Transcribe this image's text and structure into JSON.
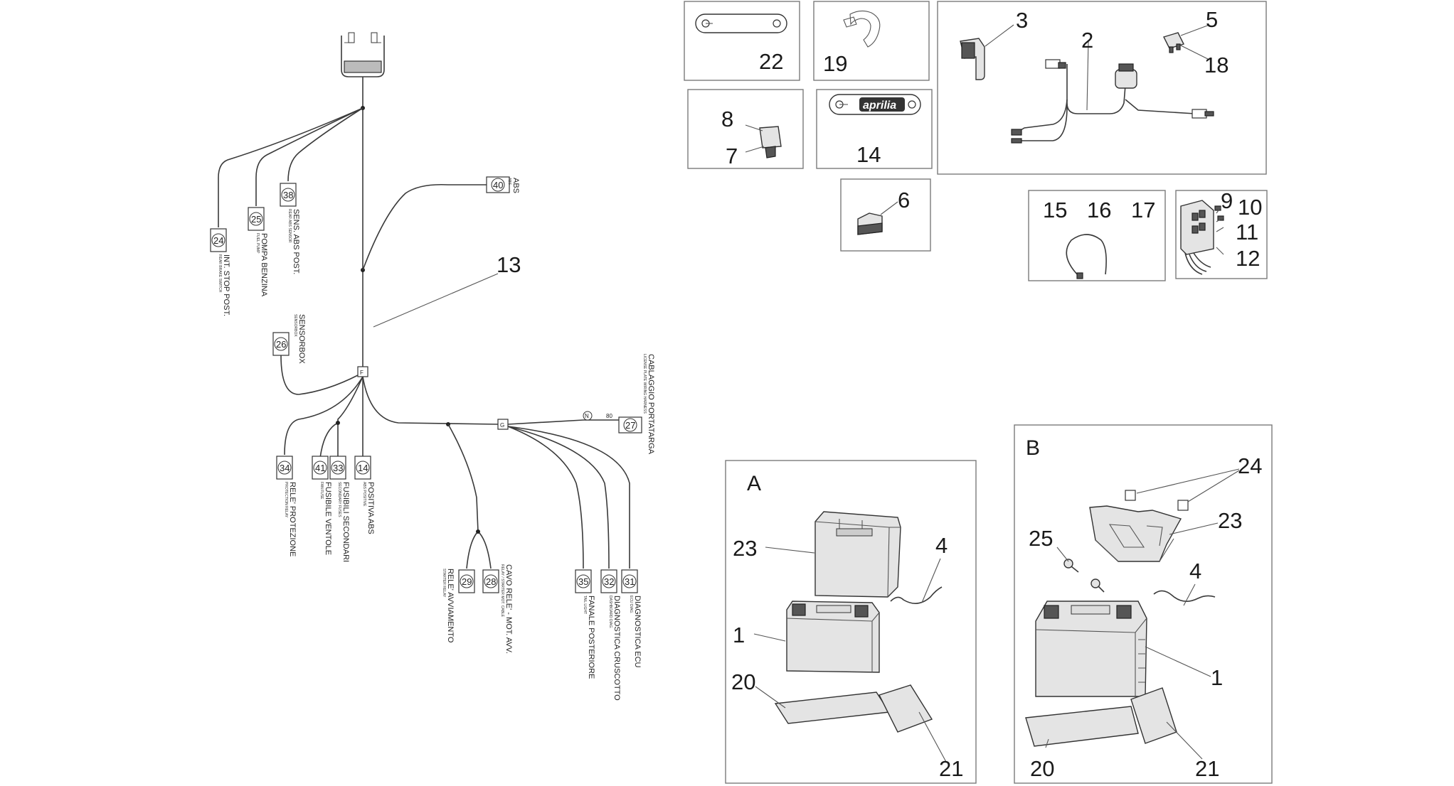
{
  "callouts": {
    "n22": "22",
    "n19": "19",
    "n3": "3",
    "n2": "2",
    "n5": "5",
    "n18": "18",
    "n8": "8",
    "n7": "7",
    "n14": "14",
    "n6": "6",
    "n15": "15",
    "n16": "16",
    "n17": "17",
    "n9": "9",
    "n10": "10",
    "n11": "11",
    "n12": "12",
    "n13": "13",
    "a23": "23",
    "a4": "4",
    "a1": "1",
    "a20": "20",
    "a21": "21",
    "b24": "24",
    "b25": "25",
    "b23": "23",
    "b4": "4",
    "b1": "1",
    "b20": "20",
    "b21": "21"
  },
  "group_letters": {
    "a": "A",
    "b": "B"
  },
  "logo": "aprilia",
  "connectors": {
    "c24": {
      "num": "24",
      "label": "INT. STOP POST.",
      "sub": "REAR BRAKE SWITCH"
    },
    "c25": {
      "num": "25",
      "label": "POMPA BENZINA",
      "sub": "FUEL PUMP"
    },
    "c38": {
      "num": "38",
      "label": "SENS. ABS POST.",
      "sub": "REAR ABS SENSOR"
    },
    "c40": {
      "num": "40",
      "label": "ABS",
      "sub": "ABS"
    },
    "c26": {
      "num": "26",
      "label": "SENSORBOX",
      "sub": "SENSORBOX"
    },
    "c27": {
      "num": "27",
      "label": "CABLAGGIO PORTATARGA",
      "sub": "LICENSE PLATE WIRING HARNESS"
    },
    "c34": {
      "num": "34",
      "label": "RELE' PROTEZIONE",
      "sub": "PROTECTION RELAY"
    },
    "c41": {
      "num": "41",
      "label": "FUSIBILE VENTOLE",
      "sub": "FAN FUSE"
    },
    "c33": {
      "num": "33",
      "label": "FUSIBILI SECONDARI",
      "sub": "SECONDARY FUSES"
    },
    "c14": {
      "num": "14",
      "label": "POSITIVA ABS",
      "sub": "ABS POSITIVE"
    },
    "c29": {
      "num": "29",
      "label": "RELE' AVVIAMENTO",
      "sub": "STARTER RELAY"
    },
    "c28": {
      "num": "28",
      "label": "CAVO RELE' - MOT. AVV.",
      "sub": "RELAY / STARTER MOT. CABLE"
    },
    "c35": {
      "num": "35",
      "label": "FANALE POSTERIORE",
      "sub": "TAIL LIGHT"
    },
    "c32": {
      "num": "32",
      "label": "DIAGNOSTICA CRUSCOTTO",
      "sub": "DASHBOARD DIAG."
    },
    "c31": {
      "num": "31",
      "label": "DIAGNOSTICA ECU",
      "sub": "ECU DIAG."
    }
  },
  "node_labels": {
    "f": "F",
    "g": "G",
    "n": "N",
    "r80": "80"
  },
  "icons": [
    "bracket-icon",
    "battery-icon",
    "fuse-icon",
    "relay-icon",
    "clamp-icon",
    "wire-icon",
    "screw-icon",
    "rubber-pad-icon"
  ]
}
